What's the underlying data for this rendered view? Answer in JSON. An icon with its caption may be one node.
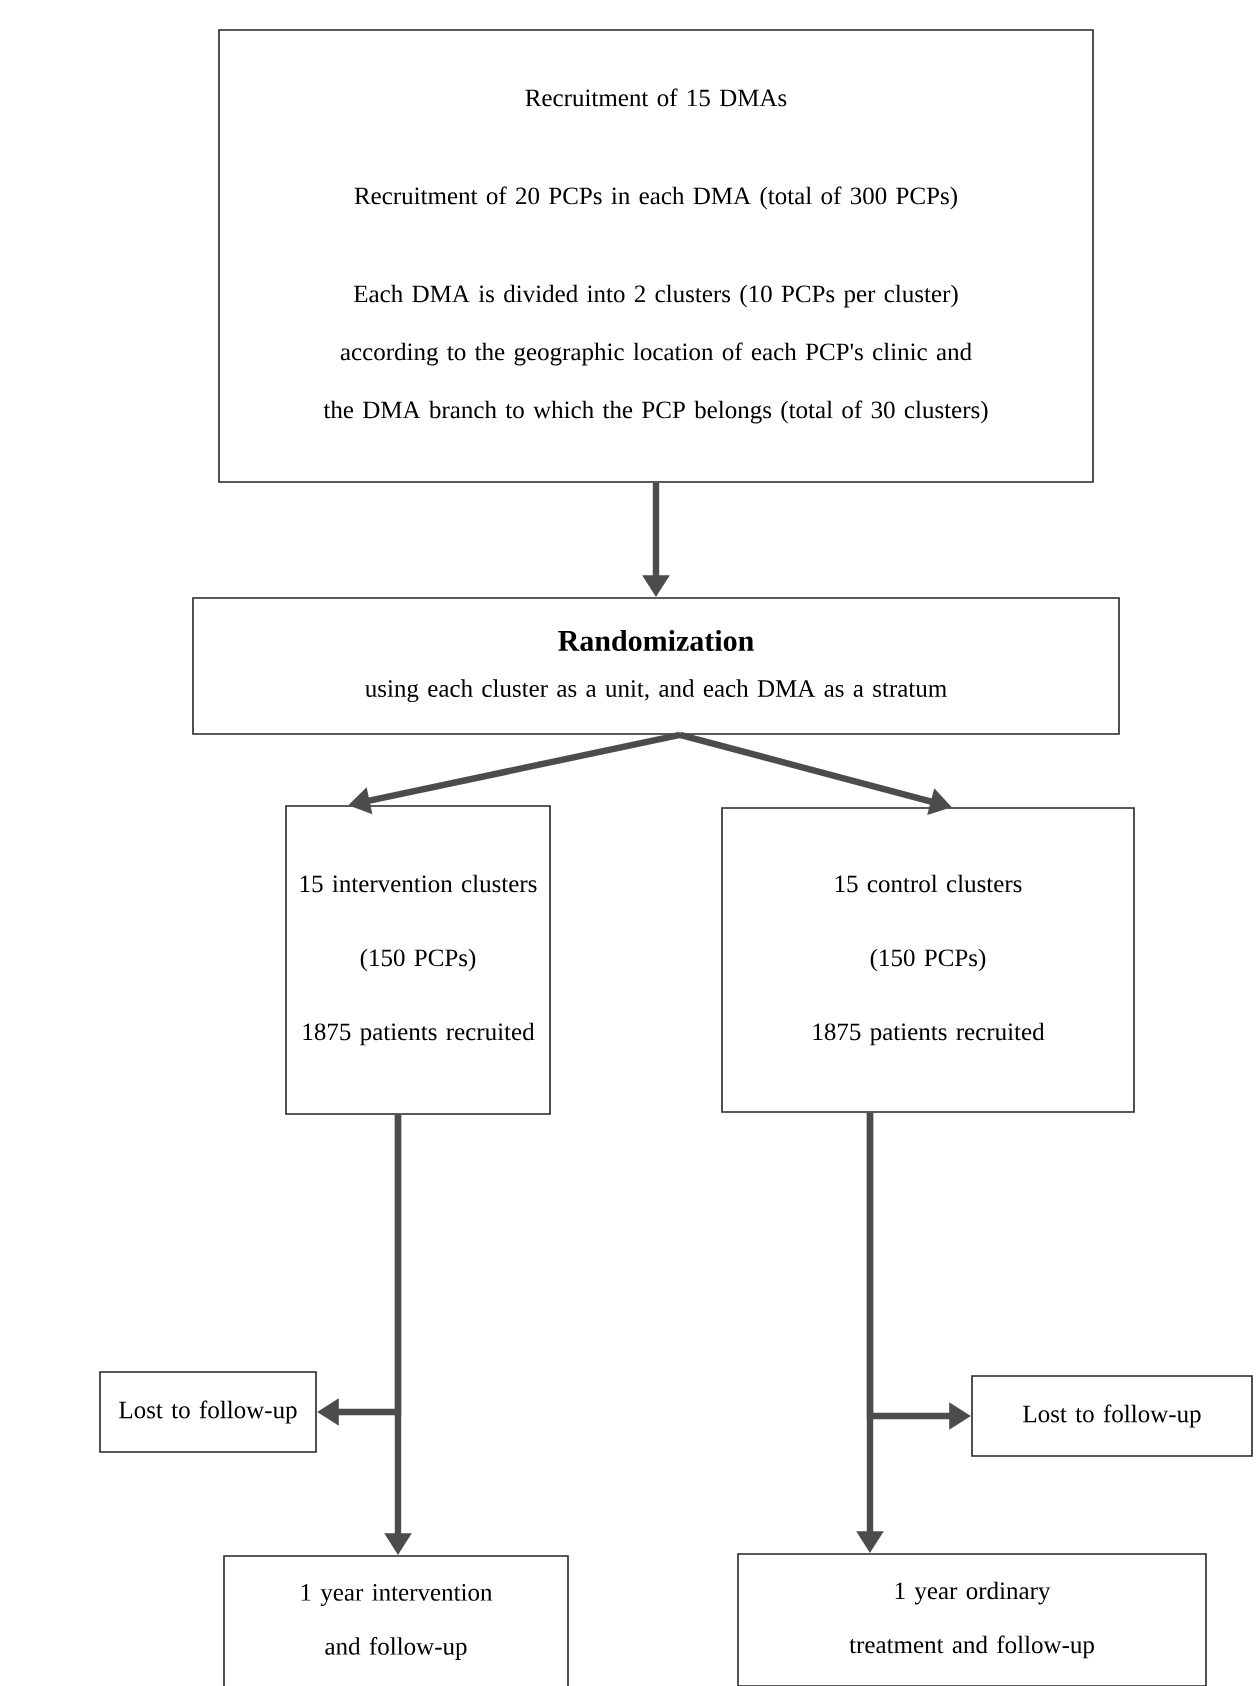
{
  "diagram": {
    "nodes": [
      {
        "text": [
          "Recruitment of 15 DMAs",
          "Recruitment of 20 PCPs in each DMA (total of 300 PCPs)",
          "Each DMA is divided into 2 clusters (10 PCPs per cluster) according to the geographic location of each PCP's clinic and the DMA branch to which the PCP belongs (total of 30 clusters)"
        ]
      },
      {
        "text": [
          "Randomization",
          "using each cluster as a unit, and each DMA as a stratum"
        ]
      },
      {
        "text": [
          "15 intervention clusters",
          "(150 PCPs)",
          "1875 patients recruited"
        ]
      },
      {
        "text": [
          "15 control clusters",
          "(150 PCPs)",
          "1875 patients recruited"
        ]
      },
      {
        "text": [
          "Lost to follow-up"
        ]
      },
      {
        "text": [
          "Lost to follow-up"
        ]
      },
      {
        "text": [
          "1 year intervention and follow-up"
        ]
      },
      {
        "text": [
          "1 year ordinary treatment and follow-up"
        ]
      }
    ],
    "edges": [
      {
        "from": 0,
        "to": 1,
        "arrow": "to"
      },
      {
        "from": 1,
        "to": 2,
        "arrow": "to"
      },
      {
        "from": 1,
        "to": 3,
        "arrow": "to"
      },
      {
        "from": 2,
        "to": 4,
        "arrow": "to"
      },
      {
        "from": 2,
        "to": 6,
        "arrow": "to"
      },
      {
        "from": 3,
        "to": 5,
        "arrow": "to"
      },
      {
        "from": 3,
        "to": 7,
        "arrow": "to"
      }
    ]
  }
}
